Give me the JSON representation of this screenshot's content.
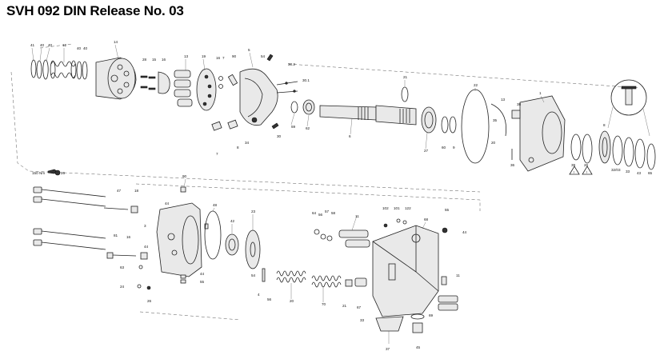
{
  "title": "SVH 092 DIN Release No. 03",
  "labels": {
    "l41": "41",
    "l40": "40",
    "l40b": "40",
    "l12": "12",
    "l40c": "40",
    "l40d": "40",
    "l14": "14",
    "l28": "28",
    "l15": "15",
    "l13": "13",
    "l19": "19",
    "l16": "16",
    "l7": "7",
    "l90": "90",
    "l5": "5",
    "l54": "54",
    "l302": "30.2",
    "l301": "30.1",
    "l59": "59",
    "l62": "62",
    "l30": "30",
    "l8": "8",
    "l34": "34",
    "l7b": "7",
    "l21": "21",
    "l6": "6",
    "l27": "27",
    "l60": "60",
    "l9": "9",
    "l22": "22",
    "l13b": "13",
    "l38": "38",
    "l1": "1",
    "l8b": "8",
    "l20b": "20",
    "l35": "35",
    "l36": "36",
    "l39": "39",
    "l26": "26",
    "l3203": "32/03",
    "l33": "33",
    "l43": "43",
    "l65": "65",
    "l150nm": "150 Nm",
    "l26b": "26",
    "l47": "47",
    "l18": "18",
    "l81": "81",
    "l16b": "16",
    "l63": "63",
    "l44": "44",
    "l24": "24",
    "l26c": "26",
    "l90b": "90",
    "l48": "48",
    "l42": "42",
    "l23": "23",
    "l3": "3",
    "l44b": "44",
    "l44c": "44",
    "l55": "55",
    "l64": "64",
    "l56": "56",
    "l57": "57",
    "l58": "58",
    "l11": "11",
    "l102": "102",
    "l101": "101",
    "l122": "122",
    "l68": "68",
    "l55b": "55",
    "l44d": "44",
    "l4": "4",
    "l54b": "54",
    "l56b": "56",
    "l20": "20",
    "l70": "70",
    "l21b": "21",
    "l67": "67",
    "l11b": "11",
    "l33b": "33",
    "l69": "69",
    "l45": "45",
    "l37": "37"
  },
  "colors": {
    "ink": "#222222",
    "paper": "#ffffff"
  },
  "icons": [
    "wrench-icon",
    "warning-triangle-icon"
  ]
}
